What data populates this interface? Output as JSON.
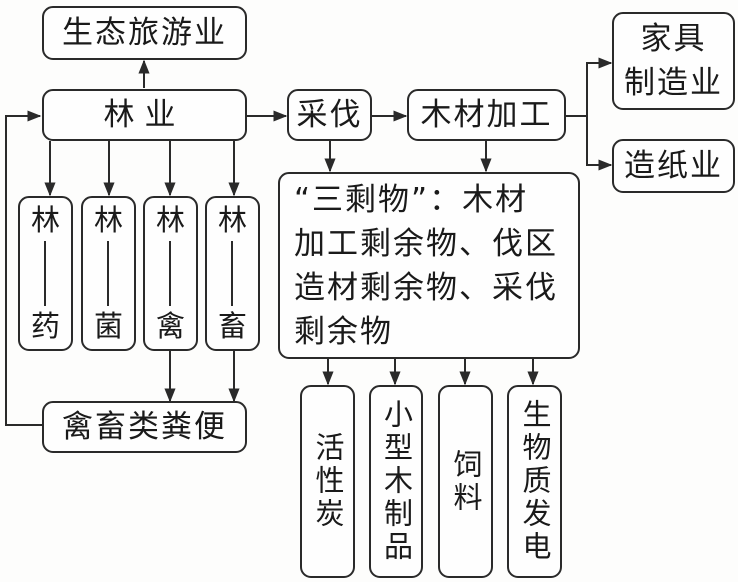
{
  "diagram": {
    "eco_tourism": "生态旅游业",
    "forestry": "林业",
    "sub_modes": [
      {
        "top": "林",
        "bottom": "药"
      },
      {
        "top": "林",
        "bottom": "菌"
      },
      {
        "top": "林",
        "bottom": "禽"
      },
      {
        "top": "林",
        "bottom": "畜"
      }
    ],
    "manure": "禽畜类粪便",
    "logging": "采伐",
    "wood_processing": "木材加工",
    "furniture": "家具\n制造业",
    "paper": "造纸业",
    "residues": "“三剩物”：木材\n加工剩余物、伐区\n造材剩余物、采伐\n剩余物",
    "products": [
      "活性炭",
      "小型木制品",
      "饲料",
      "生物质发电"
    ]
  }
}
